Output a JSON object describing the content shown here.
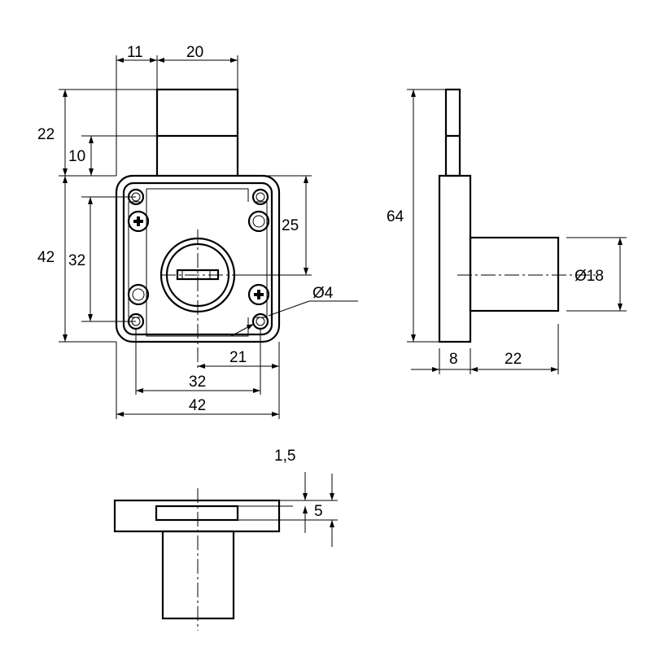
{
  "drawing": {
    "front_view": {
      "dim_cam_offset": "11",
      "dim_cam_width": "20",
      "dim_cam_height": "22",
      "dim_cam_step": "10",
      "dim_body_height": "42",
      "dim_hole_vertical": "32",
      "dim_hole_upper": "25",
      "dim_hole_diameter": "Ø4",
      "dim_center_to_edge": "21",
      "dim_hole_horizontal": "32",
      "dim_body_width": "42"
    },
    "side_view": {
      "dim_total_height": "64",
      "dim_cylinder_diameter": "Ø18",
      "dim_plate_thickness": "8",
      "dim_cylinder_length": "22"
    },
    "top_view": {
      "dim_slot_offset": "1,5",
      "dim_slot_width": "5"
    }
  }
}
